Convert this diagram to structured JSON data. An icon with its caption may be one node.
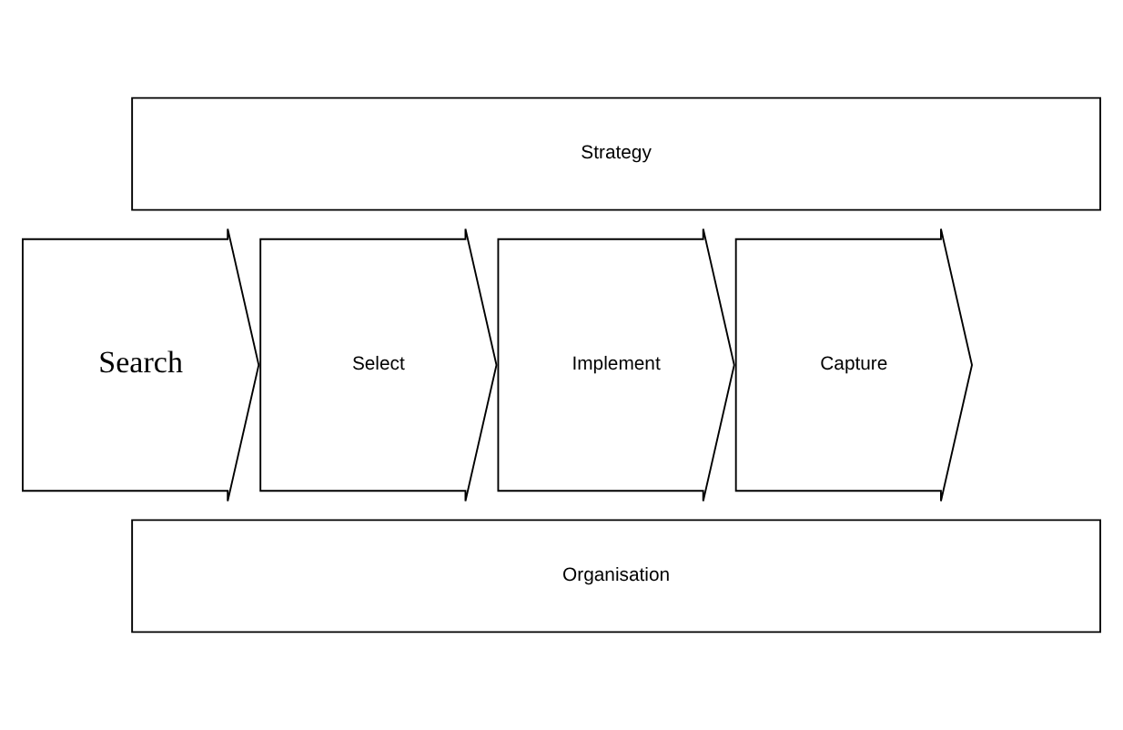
{
  "diagram": {
    "nodes": [
      {
        "text": [
          "Strategy"
        ]
      },
      {
        "text": [
          "Search"
        ]
      },
      {
        "text": [
          "Select"
        ]
      },
      {
        "text": [
          "Implement"
        ]
      },
      {
        "text": [
          "Capture"
        ]
      },
      {
        "text": [
          "Organisation"
        ]
      }
    ]
  }
}
